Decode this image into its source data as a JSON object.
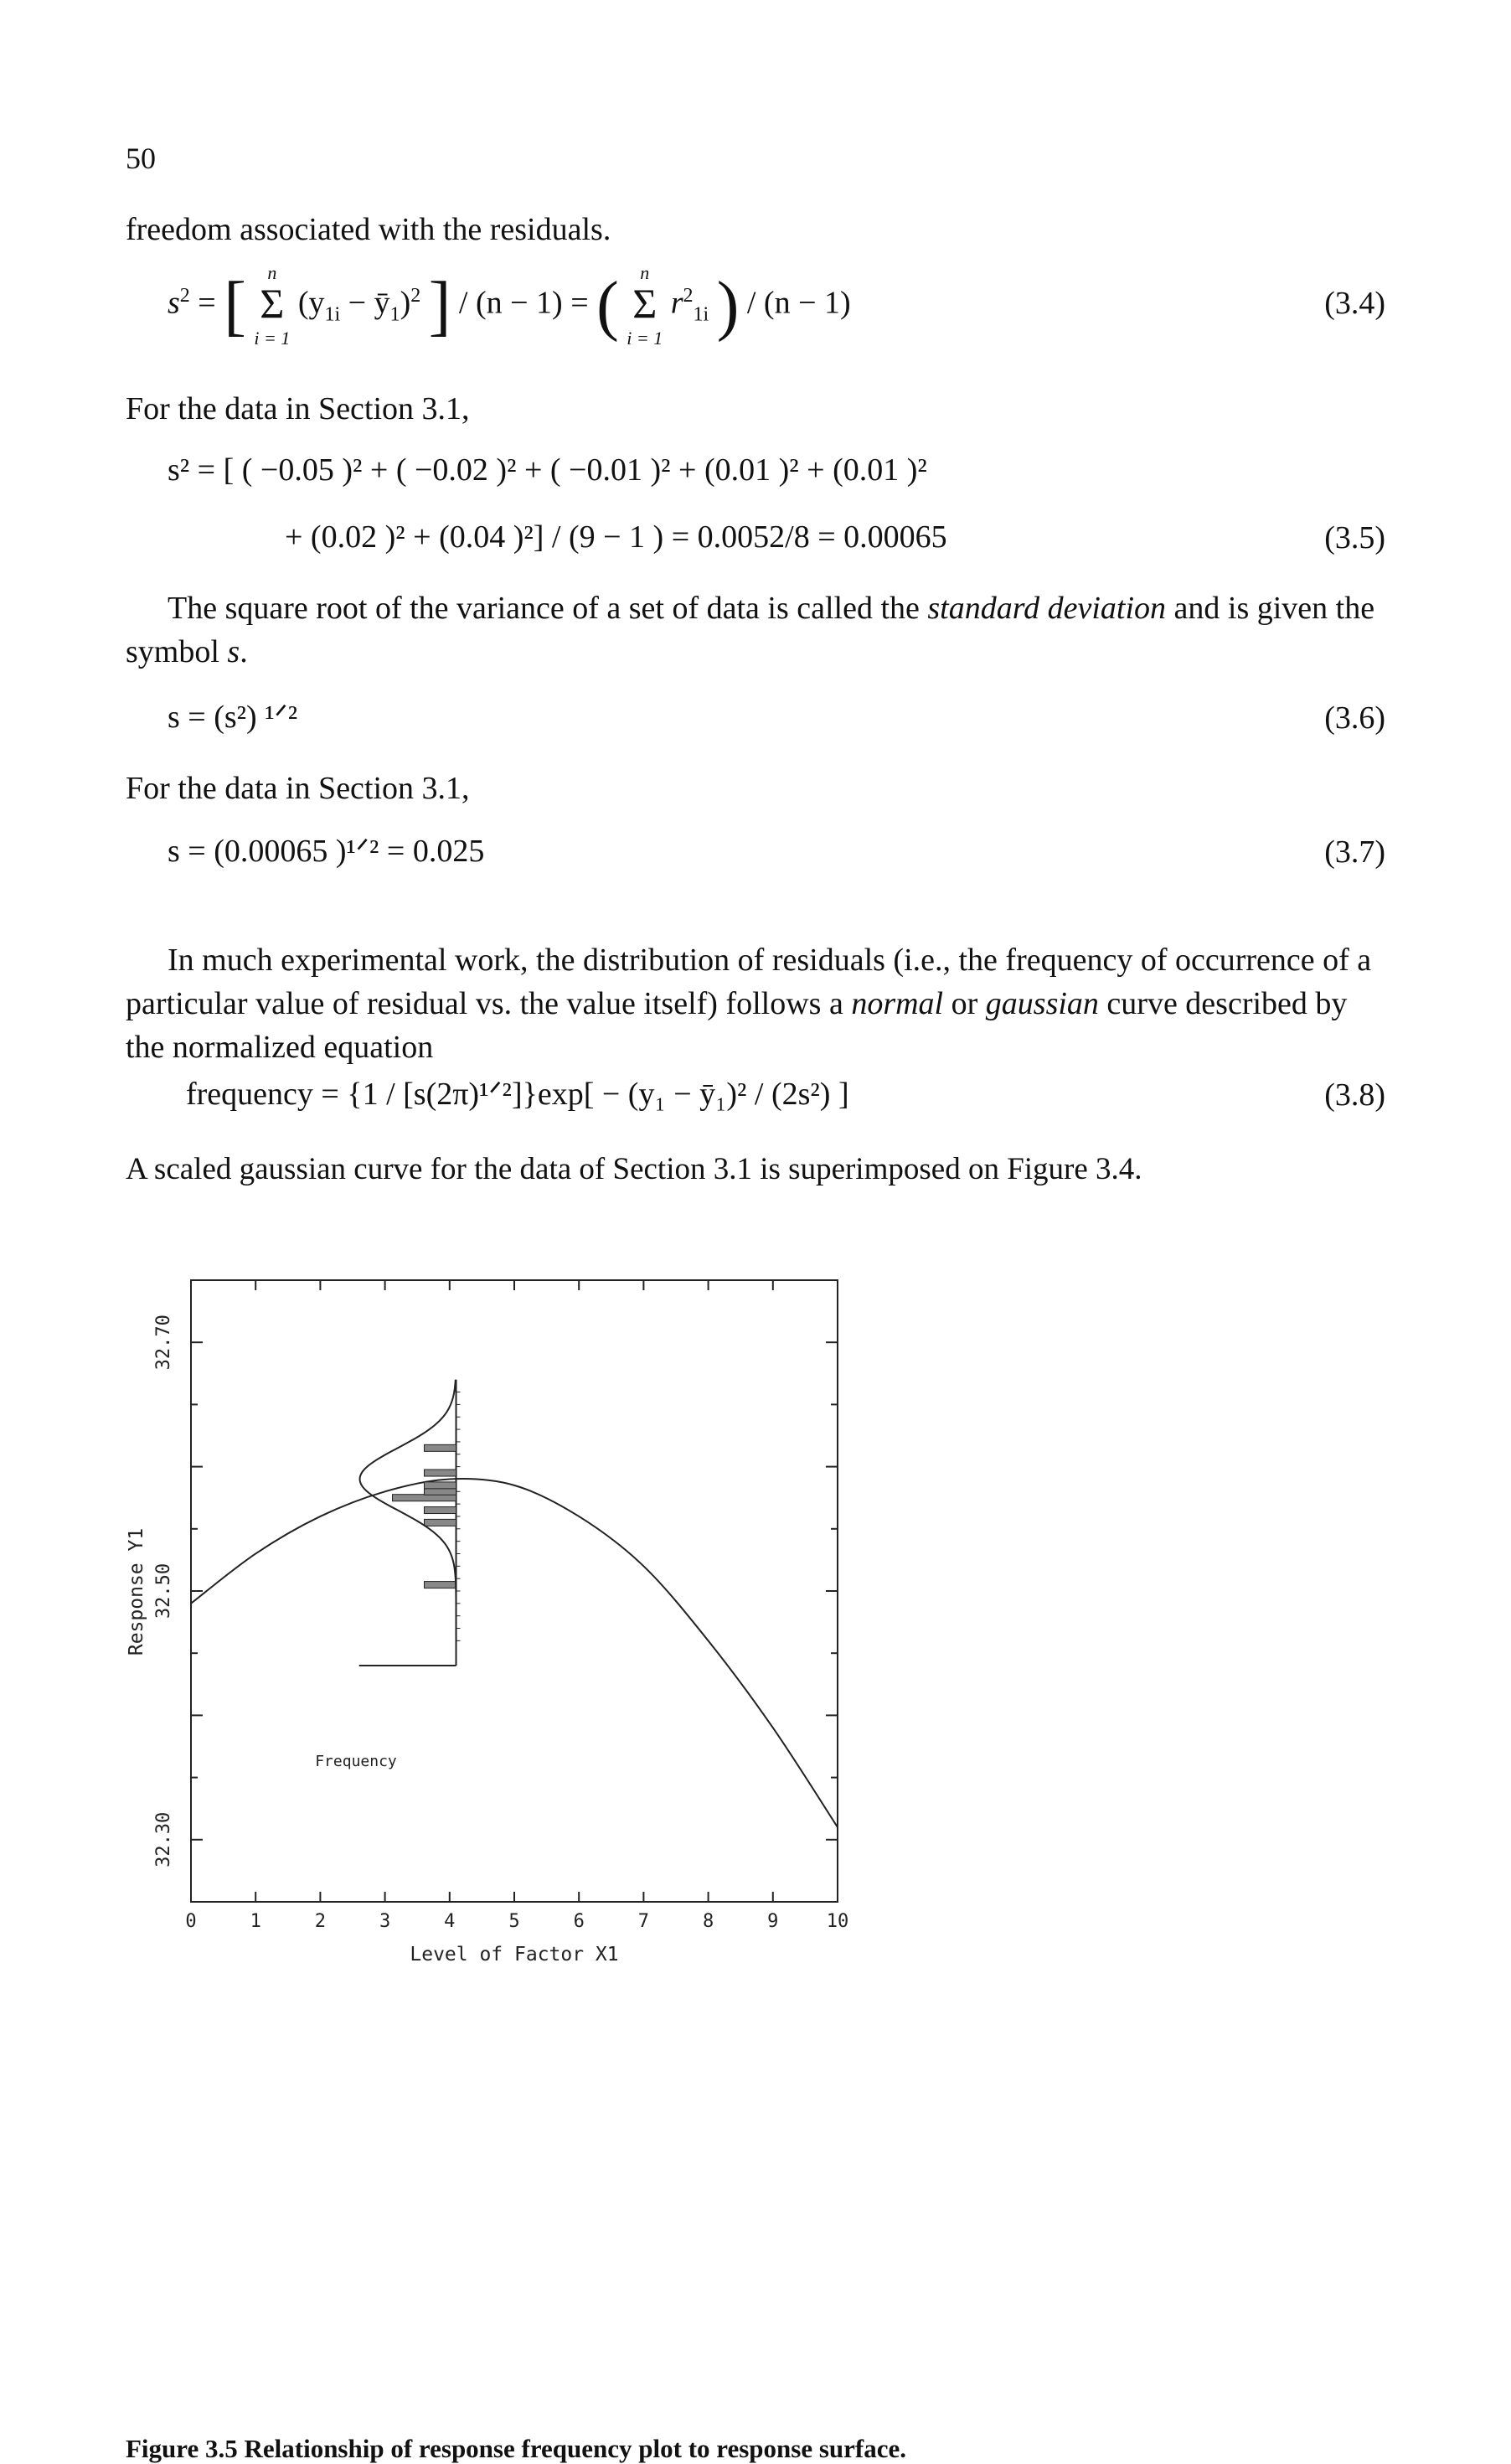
{
  "page_number": "50",
  "lead_line": "freedom associated with the residuals.",
  "eq_3_4": {
    "lhs": "s",
    "sum_top": "n",
    "sum_bottom": "i = 1",
    "term1": "(y",
    "term1_sub": "1i",
    "term1_rest": " − ȳ",
    "term1_sub2": "1",
    "term1_close": ")",
    "denom": "/ (n − 1) =",
    "term2": "r",
    "term2_sup": "2",
    "term2_sub": "1i",
    "denom2": "/ (n − 1)",
    "number": "(3.4)"
  },
  "for_data_1": "For the data in Section 3.1,",
  "eq_3_5": {
    "line1": "s² = [ ( −0.05 )² + ( −0.02 )² + ( −0.01 )² + (0.01 )² + (0.01 )²",
    "line2": "+ (0.02 )² + (0.04 )²] / (9 − 1 ) = 0.0052/8 = 0.00065",
    "number": "(3.5)"
  },
  "para_sd": {
    "part1": "The square root of the variance of a set of data is called the ",
    "emph": "standard deviation",
    "part2": " and is given the symbol ",
    "symbol": "s",
    "end": "."
  },
  "eq_3_6": {
    "text": "s = (s²) ¹ᐟ²",
    "number": "(3.6)"
  },
  "for_data_2": "For the data in Section 3.1,",
  "eq_3_7": {
    "text": "s = (0.00065 )¹ᐟ² = 0.025",
    "number": "(3.7)"
  },
  "para_normal": {
    "part1": "In much experimental work, the distribution of residuals (i.e., the frequency of occurrence of a particular value of residual vs. the value itself) follows a ",
    "emph1": "normal",
    "mid": " or ",
    "emph2": "gaussian",
    "part2": " curve described by the normalized equation"
  },
  "eq_3_8": {
    "text": "frequency = {1 / [s(2π)¹ᐟ²]}exp[ − (y₁ − ȳ₁)² / (2s²) ]",
    "number": "(3.8)"
  },
  "scaled_line": "A scaled gaussian curve for the data of Section 3.1 is superimposed on Figure 3.4.",
  "chart_data": {
    "type": "line",
    "title": "",
    "xlabel": "Level of Factor X1",
    "ylabel": "Response Y1",
    "xlim": [
      0,
      10
    ],
    "ylim": [
      32.25,
      32.75
    ],
    "x_ticks": [
      "0",
      "1",
      "2",
      "3",
      "4",
      "5",
      "6",
      "7",
      "8",
      "9",
      "10"
    ],
    "y_ticks": [
      "32.30",
      "32.50",
      "32.70"
    ],
    "series": [
      {
        "x": [
          0,
          1,
          2,
          3,
          4,
          5,
          6,
          7,
          8,
          9,
          10
        ],
        "y": [
          32.49,
          32.53,
          32.56,
          32.58,
          32.59,
          32.585,
          32.56,
          32.52,
          32.46,
          32.39,
          32.31
        ]
      }
    ],
    "frequency_inset": {
      "label": "Frequency",
      "residual_bars_y": [
        32.505,
        32.555,
        32.565,
        32.575,
        32.575,
        32.58,
        32.585,
        32.595,
        32.615
      ],
      "gaussian_center_y": 32.59,
      "gaussian_sd": 0.025
    },
    "grid": false
  },
  "caption": "Figure 3.5 Relationship of response frequency plot to response surface."
}
